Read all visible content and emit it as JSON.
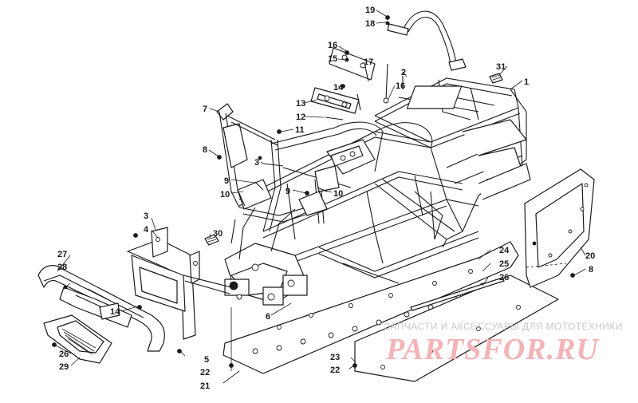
{
  "callouts": [
    {
      "id": "c1",
      "text": "1"
    },
    {
      "id": "c2",
      "text": "2"
    },
    {
      "id": "c3a",
      "text": "3"
    },
    {
      "id": "c3b",
      "text": "3"
    },
    {
      "id": "c4",
      "text": "4"
    },
    {
      "id": "c5",
      "text": "5"
    },
    {
      "id": "c6",
      "text": "6"
    },
    {
      "id": "c7",
      "text": "7"
    },
    {
      "id": "c8a",
      "text": "8"
    },
    {
      "id": "c8b",
      "text": "8"
    },
    {
      "id": "c9a",
      "text": "9"
    },
    {
      "id": "c9b",
      "text": "9"
    },
    {
      "id": "c10a",
      "text": "10"
    },
    {
      "id": "c10b",
      "text": "10"
    },
    {
      "id": "c11",
      "text": "11"
    },
    {
      "id": "c12",
      "text": "12"
    },
    {
      "id": "c13",
      "text": "13"
    },
    {
      "id": "c14a",
      "text": "14"
    },
    {
      "id": "c14b",
      "text": "14"
    },
    {
      "id": "c15",
      "text": "15"
    },
    {
      "id": "c16a",
      "text": "16"
    },
    {
      "id": "c16b",
      "text": "16"
    },
    {
      "id": "c17",
      "text": "17"
    },
    {
      "id": "c18",
      "text": "18"
    },
    {
      "id": "c19",
      "text": "19"
    },
    {
      "id": "c20",
      "text": "20"
    },
    {
      "id": "c21",
      "text": "21"
    },
    {
      "id": "c22a",
      "text": "22"
    },
    {
      "id": "c22b",
      "text": "22"
    },
    {
      "id": "c23",
      "text": "23"
    },
    {
      "id": "c24",
      "text": "24"
    },
    {
      "id": "c25",
      "text": "25"
    },
    {
      "id": "c26a",
      "text": "26"
    },
    {
      "id": "c26b",
      "text": "26"
    },
    {
      "id": "c27",
      "text": "27"
    },
    {
      "id": "c28",
      "text": "28"
    },
    {
      "id": "c29",
      "text": "29"
    },
    {
      "id": "c30",
      "text": "30"
    },
    {
      "id": "c31",
      "text": "31"
    }
  ],
  "watermark": {
    "caption": "ЗАПЧАСТИ И АКСЕССУАРЫ ДЛЯ МОТОТЕХНИКИ",
    "logo": "PARTSFOR.RU",
    "color": "#f3b3b7"
  },
  "colors": {
    "ink": "#1a1a1a",
    "background": "#ffffff"
  }
}
